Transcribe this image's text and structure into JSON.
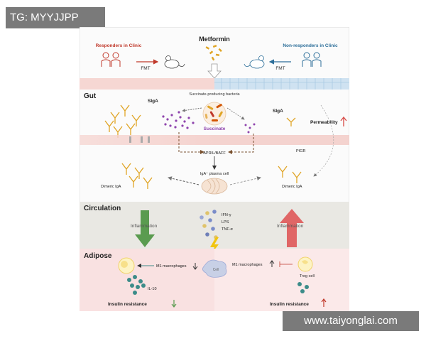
{
  "overlay": {
    "tag": "TG: MYYJJPP",
    "watermark": "www.taiyonglai.com"
  },
  "top": {
    "center_title": "Metformin",
    "responders": "Responders in Clinic",
    "non_responders": "Non-responders in Clinic",
    "fmt_left": "FMT",
    "fmt_right": "FMT"
  },
  "gut": {
    "title": "Gut",
    "siga_left": "SIgA",
    "siga_right": "SIgA",
    "bacteria": "Succinate-producing bacteria",
    "succinate": "Succinate",
    "permeability": "Permeability",
    "april_baff": "APRIL/BAFF",
    "pigr": "PIGR",
    "plasma_cell": "IgA⁺ plasma cell",
    "dimeric_left": "Dimeric IgA",
    "dimeric_right": "Dimeric IgA"
  },
  "circulation": {
    "title": "Circulation",
    "inflammation_left": "Inflammation",
    "inflammation_right": "Inflammation",
    "cytokines": [
      "IFN-γ",
      "LPS",
      "TNF-α"
    ]
  },
  "adipose": {
    "title": "Adipose",
    "m1_left": "M1 macrophages",
    "m1_right": "M1 macrophages",
    "il10": "IL-10",
    "treg": "Treg cell",
    "insulin_left": "Insulin resistance",
    "insulin_right": "Insulin resistance"
  },
  "colors": {
    "responder_red": "#c0392b",
    "nonresponder_blue": "#2c6e99",
    "gut_pink": "#f6d7d3",
    "circulation_bg": "#e9e8e3",
    "adipose_bg": "#f9e1e1",
    "green": "#5a9b4f",
    "red": "#d9534f",
    "purple": "#8e44ad",
    "gold": "#e0a526",
    "teal": "#3c8c89"
  },
  "icons": [
    "person-pair-icon",
    "mouse-icon",
    "metformin-pill-icon",
    "bacteria-cluster-icon",
    "antibody-icon",
    "plasma-cell-icon",
    "lightning-icon",
    "macrophage-cell-icon",
    "treg-cell-icon",
    "il10-cluster-icon",
    "up-arrow-icon",
    "down-arrow-icon"
  ]
}
